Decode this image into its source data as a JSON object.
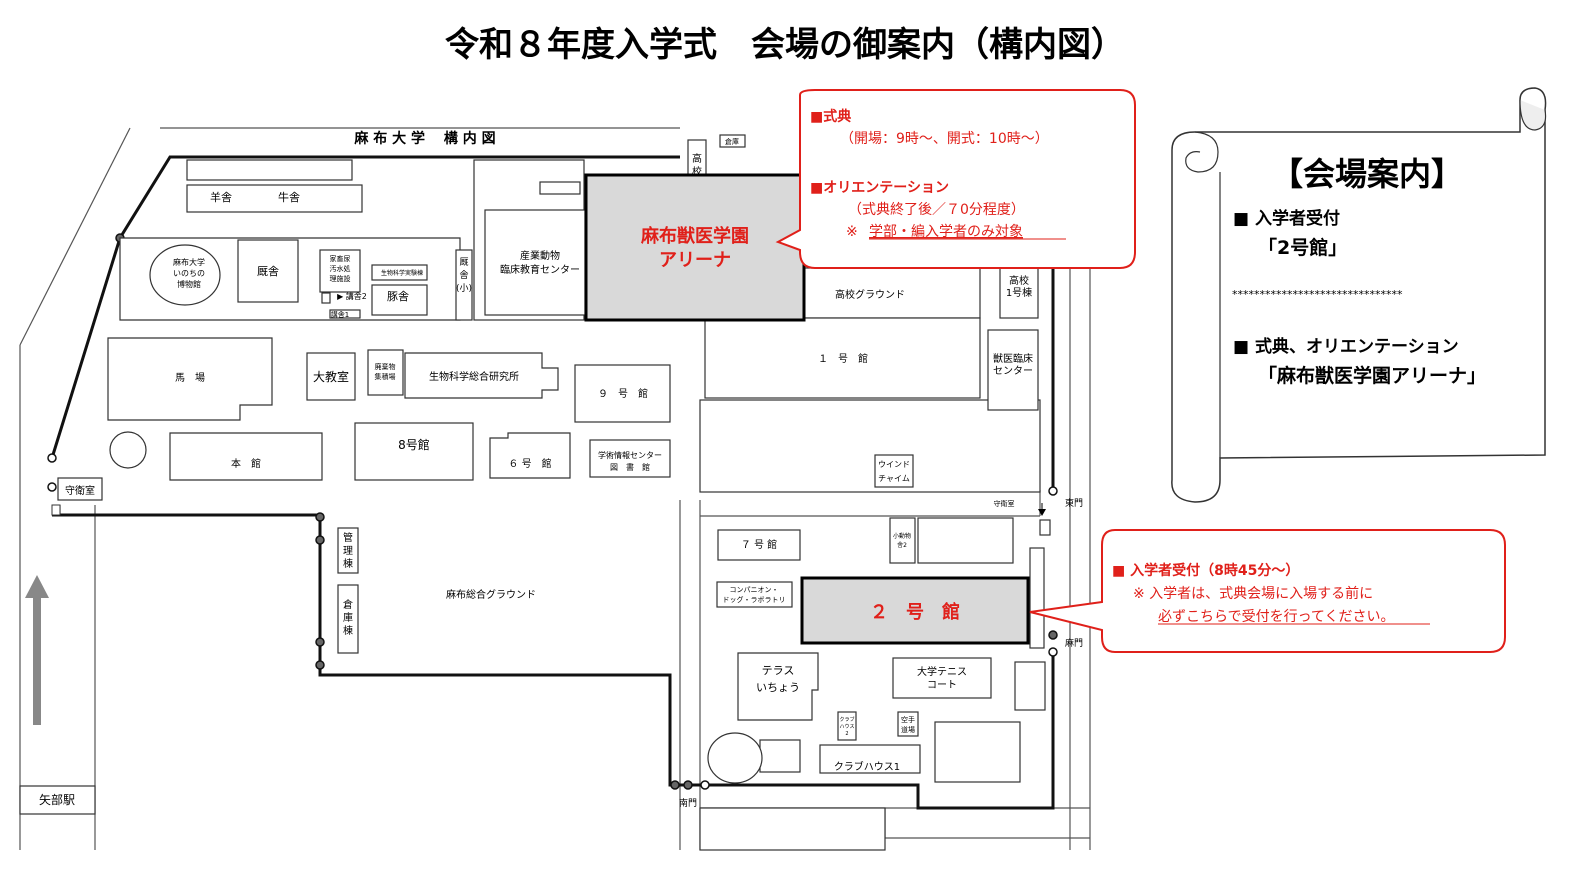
{
  "page_title": "令和８年度入学式　会場の御案内（構内図）",
  "map": {
    "title": "麻 布 大 学　 構 内 図",
    "roads": {
      "station": "矢部駅",
      "guard_west": "守衛室",
      "guard_east": "守衛室",
      "east_gate": "東門",
      "azabu_gate": "麻門",
      "south_gate": "南門"
    },
    "buildings": {
      "sheep": "羊舎",
      "cattle": "牛舎",
      "museum": [
        "麻布大学",
        "いのちの",
        "博物館"
      ],
      "kyusha": "厩舎",
      "waste": [
        "家畜尿",
        "汚水処",
        "理施設"
      ],
      "lab_small": "生物科学実験棟",
      "ko2": "▶ 講舎2",
      "ko1": "講舎1",
      "pig": "豚舎",
      "kyusha_small": [
        "厩",
        "舎",
        "(小)"
      ],
      "souko": "倉庫",
      "koko_label": [
        "高",
        "校"
      ],
      "industry": [
        "産業動物",
        "臨床教育センター"
      ],
      "arena": [
        "麻布獣医学園",
        "アリーナ"
      ],
      "hs1": [
        "高校",
        "1号棟"
      ],
      "hs_ground": "高校グラウンド",
      "b1": "１　号　館",
      "vet_center": [
        "獣医臨床",
        "センター"
      ],
      "horse": "馬　場",
      "daikyoshitsu": "大教室",
      "waste2": [
        "廃棄物",
        "集積場"
      ],
      "bio_institute": "生物科学総合研究所",
      "b9": "９　号　館",
      "honkan": "本　館",
      "b8": "8号館",
      "b6": "６ 号　館",
      "library": [
        "学術情報センター",
        "図　書　館"
      ],
      "wind": [
        "ウインド",
        "チャイム"
      ],
      "kanri": [
        "管",
        "理",
        "棟"
      ],
      "soko_to": [
        "倉",
        "庫",
        "棟"
      ],
      "ground": "麻布総合グラウンド",
      "b7": "７ 号 館",
      "small_animal": [
        "小動物",
        "舎2"
      ],
      "companion": [
        "コンパニオン・",
        "ドッグ・ラボラトリ"
      ],
      "b2": "２　号　館",
      "terrace": [
        "テラス",
        "いちょう"
      ],
      "tennis": [
        "大学テニス",
        "コート"
      ],
      "club2": [
        "クラブ",
        "ハウス",
        "2"
      ],
      "karate": [
        "空手",
        "道場"
      ],
      "club1": "クラブハウス1"
    }
  },
  "callout_ceremony": {
    "h1": "■式典",
    "l1": "（開場：9時～、開式：10時～）",
    "h2": "■オリエンテーション",
    "l2": "（式典終了後／７0分程度）",
    "l3_prefix": "※ ",
    "l3": "学部・編入学者のみ対象"
  },
  "callout_reception": {
    "h1": "■ 入学者受付（8時45分～）",
    "l1": "※ 入学者は、式典会場に入場する前に",
    "l2": "必ずこちらで受付を行ってください。"
  },
  "scroll": {
    "title": "【会場案内】",
    "i1": "■ 入学者受付",
    "i1v": "「2号館」",
    "sep": "*******************************",
    "i2": "■ 式典、オリエンテーション",
    "i2v": "「麻布獣医学園アリーナ」"
  },
  "colors": {
    "accent": "#e0201a",
    "highlight": "#d9d9d9"
  }
}
